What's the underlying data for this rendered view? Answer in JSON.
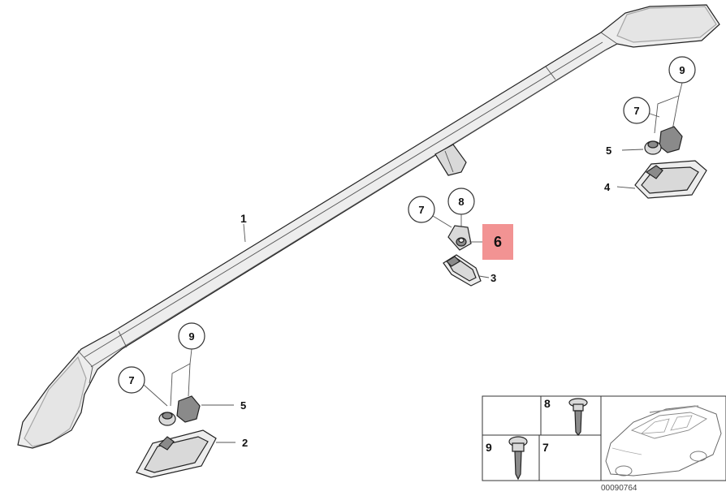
{
  "callouts": {
    "rail": "1",
    "front_cover": "2",
    "mid_cover": "3",
    "rear_cover": "4",
    "rear_clip": "5",
    "front_clip": "5",
    "highlighted_part": "6",
    "rear_nut": "7",
    "mid_nut": "7",
    "front_nut": "7",
    "mid_screw": "8",
    "rear_screw": "9",
    "front_screw": "9"
  },
  "legend": {
    "screw_top": "8",
    "screw_bottom": "9",
    "nut": "7"
  },
  "diagram_code": "00090764",
  "colors": {
    "highlight": "#f08080",
    "line": "#222222"
  }
}
